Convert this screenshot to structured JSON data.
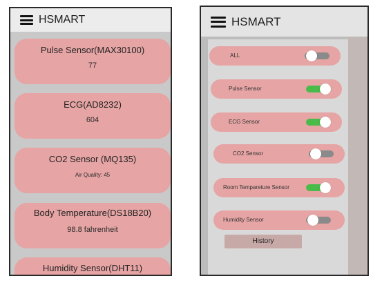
{
  "left_screen": {
    "app_title": "HSMART",
    "cards": [
      {
        "title": "Pulse Sensor(MAX30100)",
        "value": "77"
      },
      {
        "title": "ECG(AD8232)",
        "value": "604"
      },
      {
        "title": "CO2 Sensor (MQ135)",
        "value": "Air Quality: 45"
      },
      {
        "title": "Body Temperature(DS18B20)",
        "value": "98.8 fahrenheit"
      },
      {
        "title": "Humidity Sensor(DHT11)",
        "value": ""
      }
    ]
  },
  "right_screen": {
    "app_title": "HSMART",
    "toggles": [
      {
        "label": "ALL",
        "on": false
      },
      {
        "label": "Pulse Sensor",
        "on": true
      },
      {
        "label": "ECG Sensor",
        "on": true
      },
      {
        "label": "CO2 Sensor",
        "on": false
      },
      {
        "label": "Room Tempareture Sensor",
        "on": true
      },
      {
        "label": "Humidity Sensor",
        "on": false
      }
    ],
    "history_label": "History"
  }
}
